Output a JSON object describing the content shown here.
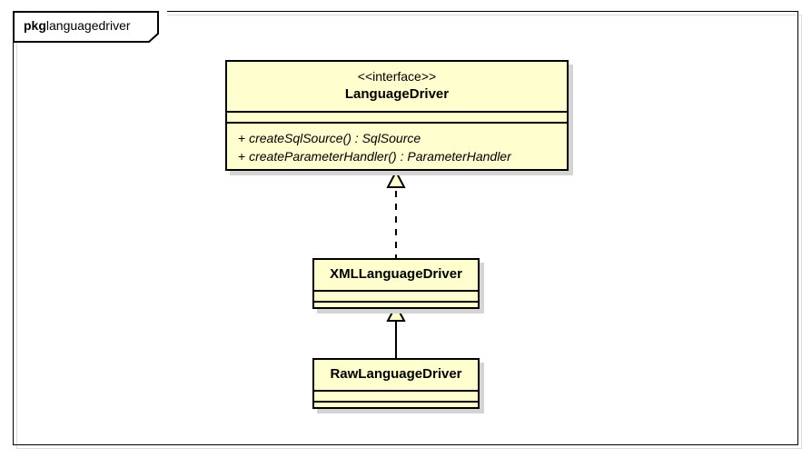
{
  "diagram": {
    "type": "uml-class-diagram",
    "background_color": "#ffffff",
    "package": {
      "keyword": "pkg",
      "name": "languagedriver",
      "border_color": "#000000"
    },
    "node_fill_color": "#fefece",
    "node_border_color": "#000000",
    "shadow_color": "#d4d4d4",
    "nodes": [
      {
        "id": "languagedriver",
        "stereotype": "<<interface>>",
        "name": "LanguageDriver",
        "attributes": [],
        "methods": [
          {
            "visibility": "+",
            "signature": "createSqlSource() : SqlSource"
          },
          {
            "visibility": "+",
            "signature": "createParameterHandler() : ParameterHandler"
          }
        ]
      },
      {
        "id": "xmllanguagedriver",
        "stereotype": "",
        "name": "XMLLanguageDriver",
        "attributes": [],
        "methods": []
      },
      {
        "id": "rawlanguagedriver",
        "stereotype": "",
        "name": "RawLanguageDriver",
        "attributes": [],
        "methods": []
      }
    ],
    "edges": [
      {
        "id": "edge-realization",
        "from": "xmllanguagedriver",
        "to": "languagedriver",
        "relation": "realization",
        "line_style": "dashed",
        "arrowhead": "hollow-triangle"
      },
      {
        "id": "edge-generalization",
        "from": "rawlanguagedriver",
        "to": "xmllanguagedriver",
        "relation": "generalization",
        "line_style": "solid",
        "arrowhead": "hollow-triangle"
      }
    ]
  }
}
